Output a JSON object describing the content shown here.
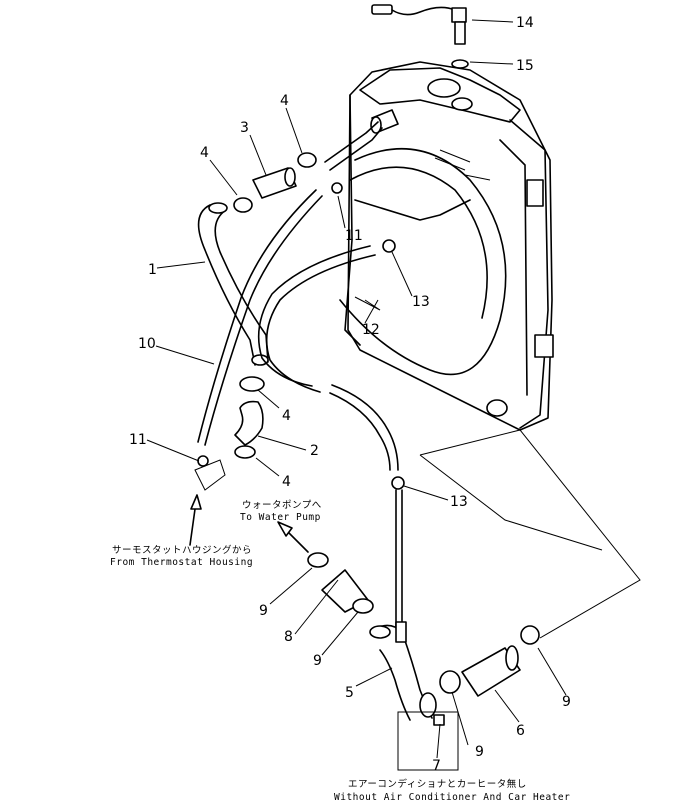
{
  "callouts": {
    "c1": "1",
    "c2": "2",
    "c3": "3",
    "c4": "4",
    "c5": "5",
    "c6": "6",
    "c7": "7",
    "c8": "8",
    "c9": "9",
    "c10": "10",
    "c11": "11",
    "c12": "12",
    "c13": "13",
    "c14": "14",
    "c15": "15"
  },
  "notes": {
    "water_pump_jp": "ウォータポンプへ",
    "water_pump_en": "To Water Pump",
    "thermostat_jp": "サーモスタットハウジングから",
    "thermostat_en": "From Thermostat Housing",
    "no_ac_jp": "エアーコンディショナとカーヒータ無し",
    "no_ac_en": "Without Air Conditioner And Car Heater"
  }
}
